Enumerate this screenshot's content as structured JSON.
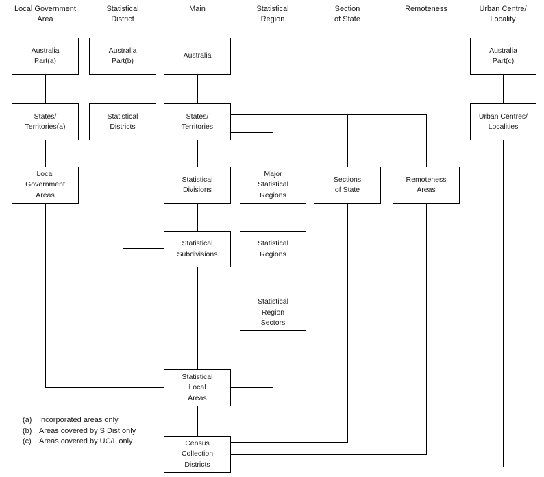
{
  "diagram": {
    "description": "Hierarchy diagram of geographical classification structures",
    "colors": {
      "line": "#000000",
      "text": "#1a1a1a",
      "background": "#ffffff"
    }
  },
  "columns": [
    {
      "id": "local-government-area",
      "header_lines": [
        "Local Government",
        "Area"
      ]
    },
    {
      "id": "statistical-district",
      "header_lines": [
        "Statistical",
        "District"
      ]
    },
    {
      "id": "main",
      "header_lines": [
        "Main"
      ]
    },
    {
      "id": "statistical-region",
      "header_lines": [
        "Statistical",
        "Region"
      ]
    },
    {
      "id": "section-of-state",
      "header_lines": [
        "Section",
        "of State"
      ]
    },
    {
      "id": "remoteness",
      "header_lines": [
        "Remoteness"
      ]
    },
    {
      "id": "urban-centre-locality",
      "header_lines": [
        "Urban Centre/",
        "Locality"
      ]
    }
  ],
  "nodes": {
    "australia_part_a": {
      "lines": [
        "Australia",
        "Part(a)"
      ]
    },
    "australia_part_b": {
      "lines": [
        "Australia",
        "Part(b)"
      ]
    },
    "australia": {
      "lines": [
        "Australia"
      ]
    },
    "australia_part_c": {
      "lines": [
        "Australia",
        "Part(c)"
      ]
    },
    "states_territories_a": {
      "lines": [
        "States/",
        "Territories(a)"
      ]
    },
    "statistical_districts": {
      "lines": [
        "Statistical",
        "Districts"
      ]
    },
    "states_territories": {
      "lines": [
        "States/",
        "Territories"
      ]
    },
    "urban_centres_localities": {
      "lines": [
        "Urban Centres/",
        "Localities"
      ]
    },
    "local_government_areas": {
      "lines": [
        "Local",
        "Government",
        "Areas"
      ]
    },
    "statistical_divisions": {
      "lines": [
        "Statistical",
        "Divisions"
      ]
    },
    "major_statistical_regions": {
      "lines": [
        "Major",
        "Statistical",
        "Regions"
      ]
    },
    "sections_of_state": {
      "lines": [
        "Sections",
        "of State"
      ]
    },
    "remoteness_areas": {
      "lines": [
        "Remoteness",
        "Areas"
      ]
    },
    "statistical_subdivisions": {
      "lines": [
        "Statistical",
        "Subdivisions"
      ]
    },
    "statistical_regions": {
      "lines": [
        "Statistical",
        "Regions"
      ]
    },
    "statistical_region_sectors": {
      "lines": [
        "Statistical",
        "Region",
        "Sectors"
      ]
    },
    "statistical_local_areas": {
      "lines": [
        "Statistical",
        "Local",
        "Areas"
      ]
    },
    "census_collection_districts": {
      "lines": [
        "Census",
        "Collection",
        "Districts"
      ]
    }
  },
  "footnotes": [
    {
      "marker": "(a)",
      "text": "Incorporated areas only"
    },
    {
      "marker": "(b)",
      "text": "Areas covered by S Dist only"
    },
    {
      "marker": "(c)",
      "text": "Areas covered by UC/L only"
    }
  ]
}
